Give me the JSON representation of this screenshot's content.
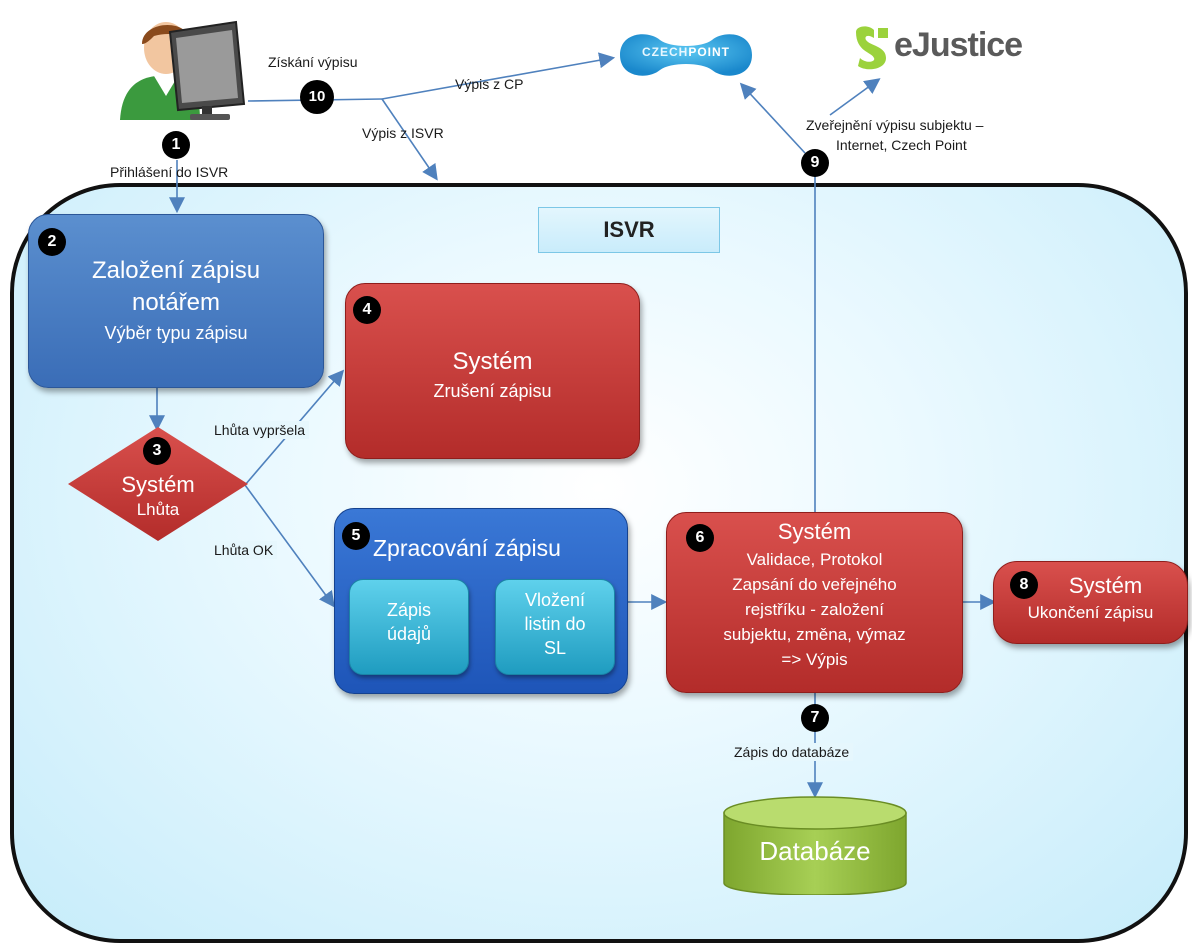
{
  "diagram": {
    "isvr_title": "ISVR",
    "labels": {
      "ziskani_vypisu": "Získání výpisu",
      "vypis_z_cp": "Výpis z CP",
      "vypis_z_isvr": "Výpis z ISVR",
      "prihlaseni": "Přihlášení do ISVR",
      "zverejneni_line1": "Zveřejnění výpisu subjektu –",
      "zverejneni_line2": "Internet, Czech Point",
      "lhuta_vyprsela": "Lhůta vypršela",
      "lhuta_ok": "Lhůta OK",
      "zapis_do_databaze": "Zápis do databáze"
    },
    "logos": {
      "czechpoint_a": "CZECH",
      "czechpoint_b": "POINT",
      "ejustice": "eJustice"
    },
    "steps": {
      "n1": "1",
      "n2": "2",
      "n3": "3",
      "n4": "4",
      "n5": "5",
      "n6": "6",
      "n7": "7",
      "n8": "8",
      "n9": "9",
      "n10": "10"
    },
    "box2": {
      "line1": "Založení zápisu",
      "line2": "notářem",
      "line3": "Výběr typu zápisu"
    },
    "box3": {
      "line1": "Systém",
      "line2": "Lhůta"
    },
    "box4": {
      "line1": "Systém",
      "line2": "Zrušení zápisu"
    },
    "box5": {
      "title": "Zpracování zápisu",
      "sub1_l1": "Zápis",
      "sub1_l2": "údajů",
      "sub2_l1": "Vložení",
      "sub2_l2": "listin do",
      "sub2_l3": "SL"
    },
    "box6": {
      "line1": "Systém",
      "line2": "Validace, Protokol",
      "line3": "Zapsání do veřejného",
      "line4": "rejstříku - založení",
      "line5": "subjektu, změna, výmaz",
      "line6": "=> Výpis"
    },
    "box8": {
      "line1": "Systém",
      "line2": "Ukončení zápisu"
    },
    "database": "Databáze"
  },
  "colors": {
    "arrow": "#4f81bd",
    "blue_box": "#3a6db7",
    "red_box": "#c0392b",
    "teal_box": "#2bb0d4",
    "database": "#8fb93a",
    "ejustice_green": "#9bd23c",
    "czechpoint_blue": "#1a9ad6"
  },
  "icons": {
    "user": "user-at-computer-icon"
  }
}
